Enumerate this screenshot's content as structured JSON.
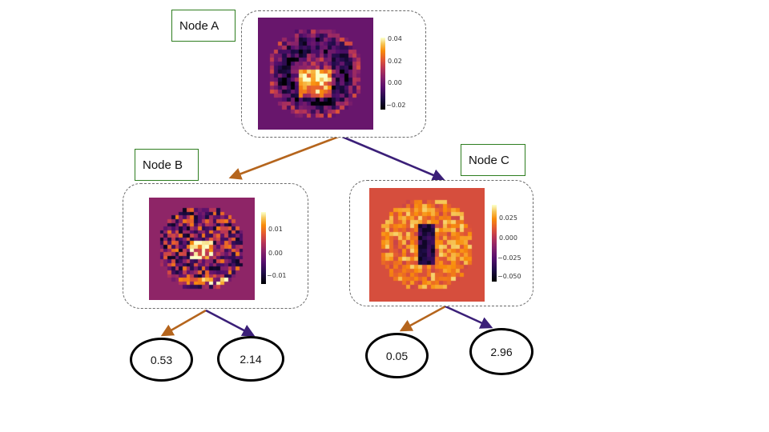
{
  "colors": {
    "left_edge": "#b5651d",
    "right_edge": "#3b1f78",
    "label_border": "#2e7d1f"
  },
  "nodes": {
    "a": {
      "label": "Node A",
      "ticks": [
        "0.04",
        "0.02",
        "0.00",
        "−0.02"
      ],
      "vmin": -0.025,
      "vmax": 0.045,
      "pattern": "ring"
    },
    "b": {
      "label": "Node B",
      "ticks": [
        "0.01",
        "0.00",
        "−0.01"
      ],
      "vmin": -0.014,
      "vmax": 0.016,
      "pattern": "two"
    },
    "c": {
      "label": "Node C",
      "ticks": [
        "0.025",
        "0.000",
        "−0.025",
        "−0.050"
      ],
      "vmin": -0.06,
      "vmax": 0.035,
      "pattern": "bright"
    }
  },
  "leaves": {
    "b_left": "0.53",
    "b_right": "2.14",
    "c_left": "0.05",
    "c_right": "2.96"
  }
}
